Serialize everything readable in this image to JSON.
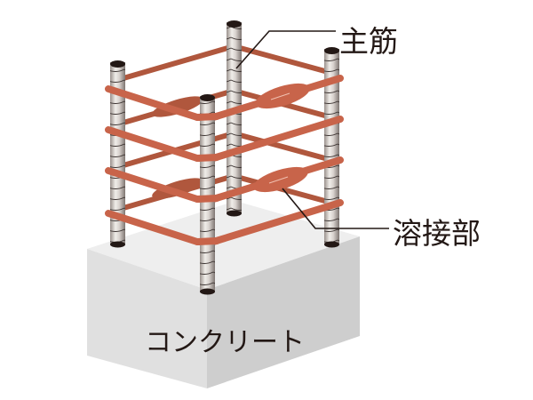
{
  "diagram": {
    "title": "",
    "subject": "welded closed hoop rebar column on concrete",
    "labels": {
      "main_rebar": "主筋",
      "weld_section": "溶接部",
      "concrete": "コンクリート"
    },
    "components": [
      {
        "id": "main-rebar",
        "label": "主筋",
        "count": 4,
        "description": "vertical deformed bars"
      },
      {
        "id": "hoop",
        "label": "",
        "count": 4,
        "description": "orange rectangular hoops wrapping the main bars"
      },
      {
        "id": "weld",
        "label": "溶接部",
        "count": 4,
        "description": "welded overlap joints on hoops"
      },
      {
        "id": "concrete",
        "label": "コンクリート",
        "count": 1,
        "description": "concrete block base"
      }
    ],
    "leaders": [
      {
        "from": "main_rebar",
        "to": "back column"
      },
      {
        "from": "weld_section",
        "to": "lower-right weld"
      }
    ],
    "colors": {
      "hoop": "#c8644a",
      "hoop_dark": "#a9553c",
      "rebar_light": "#e6e2df",
      "rebar_dark": "#8f8682",
      "rebar_cap": "#231815",
      "concrete_top": "#eeeeee",
      "concrete_left": "#e2e2e2",
      "concrete_right": "#cfcfcf",
      "text": "#231815",
      "leader": "#231815"
    }
  }
}
